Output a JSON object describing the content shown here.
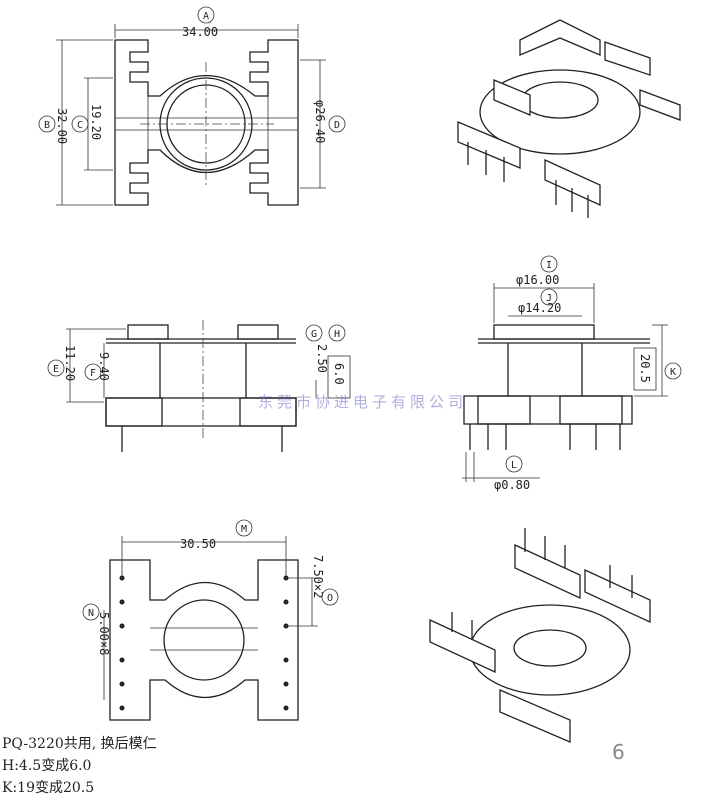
{
  "top_view": {
    "dim_a": "34.00",
    "label_a": "A",
    "dim_b": "32.00",
    "label_b": "B",
    "dim_c": "19.20",
    "label_c": "C",
    "dim_d": "φ26.40",
    "label_d": "D"
  },
  "side_view_left": {
    "dim_e": "11.20",
    "label_e": "E",
    "dim_f": "9.40",
    "label_f": "F",
    "dim_g": "2.50",
    "label_g": "G",
    "dim_h": "6.0",
    "label_h": "H"
  },
  "side_view_right": {
    "dim_i": "φ16.00",
    "label_i": "I",
    "dim_j": "φ14.20",
    "label_j": "J",
    "dim_k": "20.5",
    "label_k": "K",
    "dim_l": "φ0.80",
    "label_l": "L"
  },
  "bottom_view": {
    "dim_m": "30.50",
    "label_m": "M",
    "dim_n": "5.00×8",
    "label_n": "N",
    "dim_o": "7.50×2",
    "label_o": "O"
  },
  "notes": {
    "line1": "PQ-3220共用, 换后模仁",
    "line2": "H:4.5变成6.0",
    "line3": "K:19变成20.5"
  },
  "watermark": "东莞市协进电子有限公司",
  "page_number": "6"
}
